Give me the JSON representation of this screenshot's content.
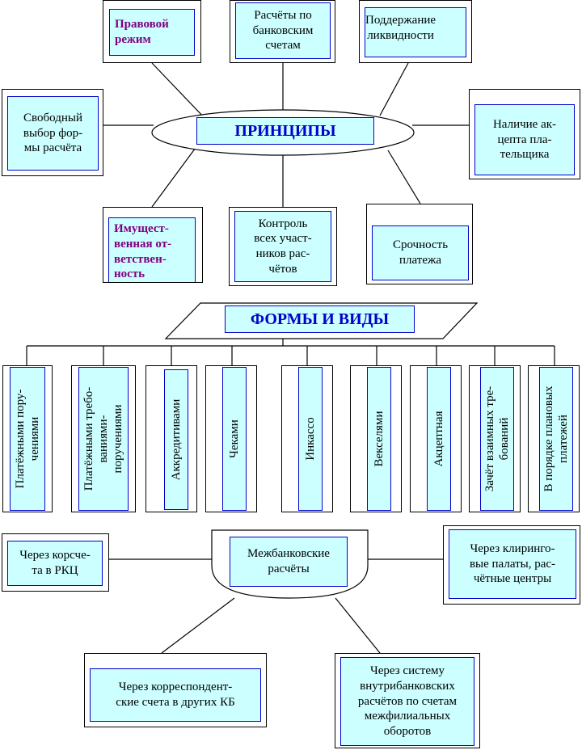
{
  "principles": {
    "center": "ПРИНЦИПЫ",
    "items": [
      "Правовой\nрежим",
      "Расчёты по\nбанковским\nсчетам",
      "Поддержание\nликвидности",
      "Свободный\nвыбор фор-\nмы расчёта",
      "Наличие ак-\nцепта пла-\nтельщика",
      "Имущест-\nвенная от-\nветствен-\nность",
      "Контроль\nвсех участ-\nников рас-\nчётов",
      "Срочность\nплатежа"
    ]
  },
  "forms": {
    "title": "ФОРМЫ И ВИДЫ",
    "items": [
      "Платёжными пору-\nчениями",
      "Платёжными требо-\nваниями-\nпоручениями",
      "Аккредитивами",
      "Чеками",
      "Инкассо",
      "Векселями",
      "Акцептная",
      "Зачёт взаимных тре-\nбований",
      "В порядке плановых\nплатежей"
    ]
  },
  "interbank": {
    "center": "Межбанковские\nрасчёты",
    "items": [
      "Через корсче-\nта в РКЦ",
      "Через клиринго-\nвые палаты, рас-\nчётные центры",
      "Через корреспондент-\nские счета в других КБ",
      "Через систему\nвнутрибанковских\nрасчётов по счетам\nмежфилиальных\nоборотов"
    ]
  },
  "colors": {
    "fill": "#ccffff",
    "inner_border": "#0000cc",
    "accent_text": "#800080",
    "title_text": "#0000cc"
  }
}
